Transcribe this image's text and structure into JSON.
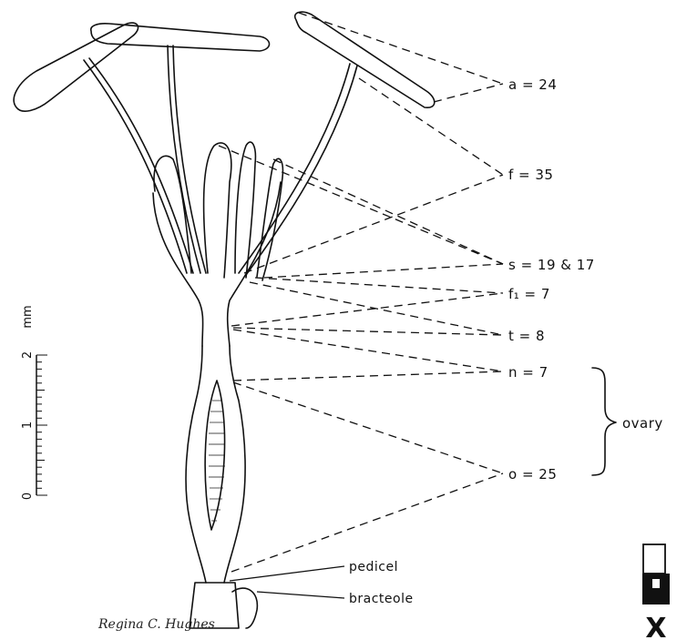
{
  "labels": {
    "anther": "a = 24",
    "filament": "f = 35",
    "staminodes": "s = 19  & 17",
    "filament_short": "f₁ = 7",
    "tube": "t = 8",
    "neck": "n = 7",
    "ovary_len": "o = 25",
    "ovary_brace": "ovary",
    "pedicel": "pedicel",
    "bracteole": "bracteole"
  },
  "scale_bar": {
    "unit": "mm",
    "ticks": [
      "0",
      "1",
      "2"
    ]
  },
  "signature": "Regina C. Hughes",
  "magnification_marker": "X"
}
